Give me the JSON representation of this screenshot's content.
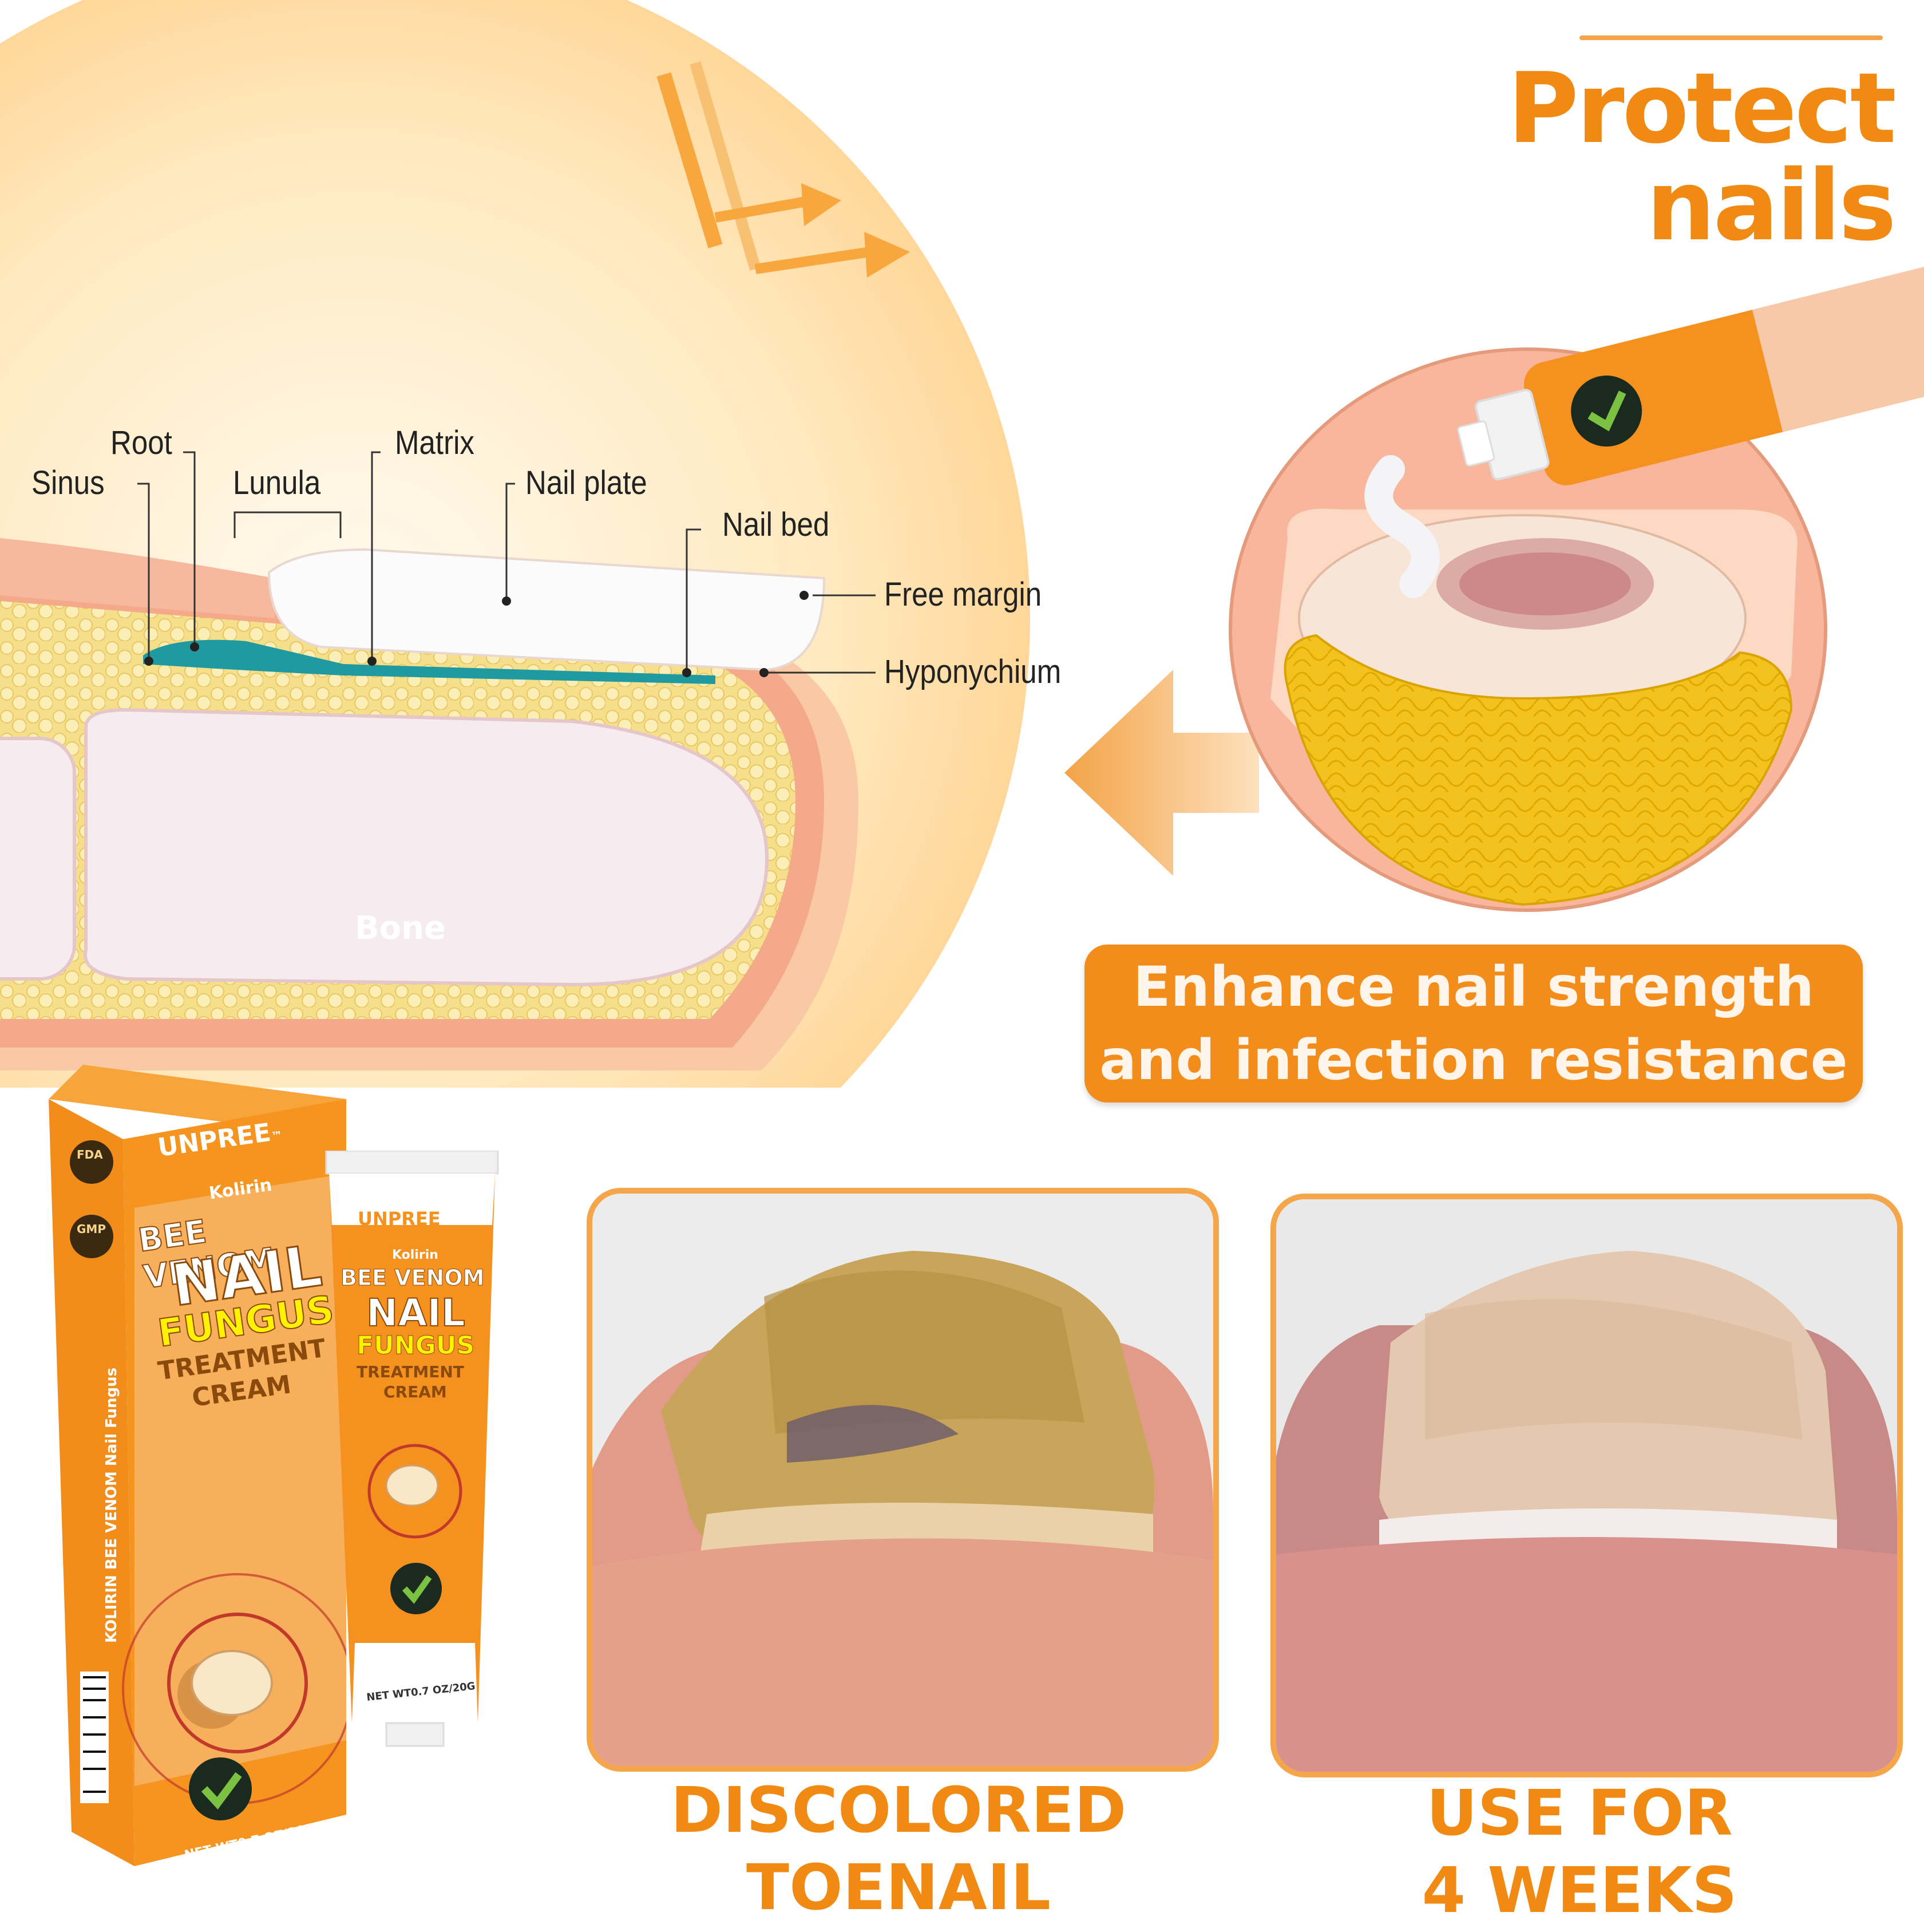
{
  "headline": "Protect nails",
  "diagram": {
    "labels": {
      "root": "Root",
      "sinus": "Sinus",
      "lunula": "Lunula",
      "matrix": "Matrix",
      "nail_plate": "Nail plate",
      "nail_bed": "Nail bed",
      "free_margin": "Free margin",
      "hyponychium": "Hyponychium",
      "bone": "Bone"
    }
  },
  "banner": {
    "line1": "Enhance nail strength",
    "line2": "and infection resistance"
  },
  "product": {
    "brand": "UNPREE",
    "tm": "™",
    "sub": "Kolirin",
    "line1": "BEE VENOM",
    "line2": "NAIL",
    "line3": "FUNGUS",
    "line4": "TREATMENT",
    "line5": "CREAM",
    "side_text": "KOLIRIN BEE VENOM Nail Fungus",
    "net_weight": "NET WT0.7 OZ/20G",
    "badge1": "FDA",
    "badge2": "GMP"
  },
  "captions": {
    "before_line1": "DISCOLORED",
    "before_line2": "TOENAIL",
    "after_line1": "USE FOR",
    "after_line2": "4 WEEKS"
  },
  "colors": {
    "brand_orange": "#f28c1a",
    "caption_orange": "#f08a12"
  }
}
